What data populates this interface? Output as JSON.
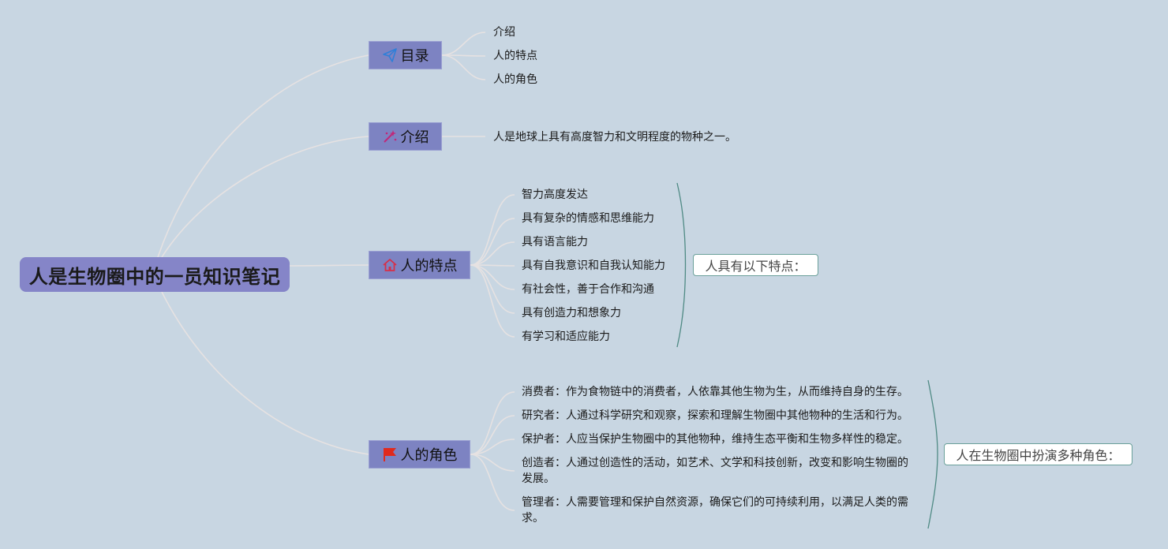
{
  "root": {
    "title": "人是生物圈中的一员知识笔记"
  },
  "branches": {
    "toc": {
      "label": "目录",
      "icon": "paper-plane-icon",
      "items": [
        "介绍",
        "人的特点",
        "人的角色"
      ]
    },
    "intro": {
      "label": "介绍",
      "icon": "magic-wand-icon",
      "items": [
        "人是地球上具有高度智力和文明程度的物种之一。"
      ]
    },
    "features": {
      "label": "人的特点",
      "icon": "house-icon",
      "items": [
        "智力高度发达",
        "具有复杂的情感和思维能力",
        "具有语言能力",
        "具有自我意识和自我认知能力",
        "有社会性，善于合作和沟通",
        "具有创造力和想象力",
        "有学习和适应能力"
      ],
      "summary": "人具有以下特点："
    },
    "roles": {
      "label": "人的角色",
      "icon": "red-flag-icon",
      "items": [
        "消费者：作为食物链中的消费者，人依靠其他生物为生，从而维持自身的生存。",
        "研究者：人通过科学研究和观察，探索和理解生物圈中其他物种的生活和行为。",
        "保护者：人应当保护生物圈中的其他物种，维持生态平衡和生物多样性的稳定。",
        "创造者：人通过创造性的活动，如艺术、文学和科技创新，改变和影响生物圈的发展。",
        "管理者：人需要管理和保护自然资源，确保它们的可持续利用，以满足人类的需求。"
      ],
      "summary": "人在生物圈中扮演多种角色："
    }
  },
  "colors": {
    "background": "#c8d6e2",
    "root_fill": "#8585c8",
    "branch_fill": "#7d83c2",
    "connector": "#e8e4e4",
    "brace": "#4f8a84"
  }
}
